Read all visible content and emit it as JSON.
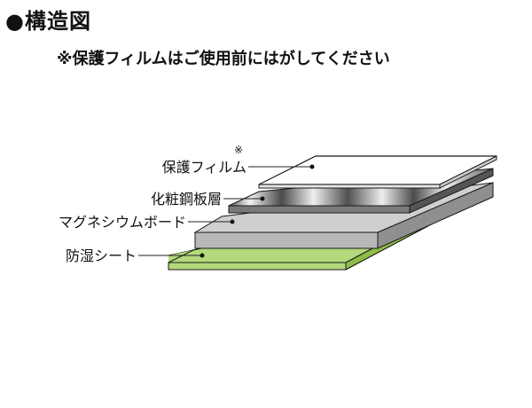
{
  "header": {
    "title": "●構造図",
    "note": "※保護フィルムはご使用前にはがしてください"
  },
  "diagram": {
    "layers": [
      {
        "label": "保護フィルム",
        "marker": "※",
        "color": "#ffffff"
      },
      {
        "label": "化粧鋼板層",
        "color": "#9a9a9a"
      },
      {
        "label": "マグネシウムボード",
        "color": "#c4c4c4"
      },
      {
        "label": "防湿シート",
        "color": "#a6d066"
      }
    ]
  }
}
